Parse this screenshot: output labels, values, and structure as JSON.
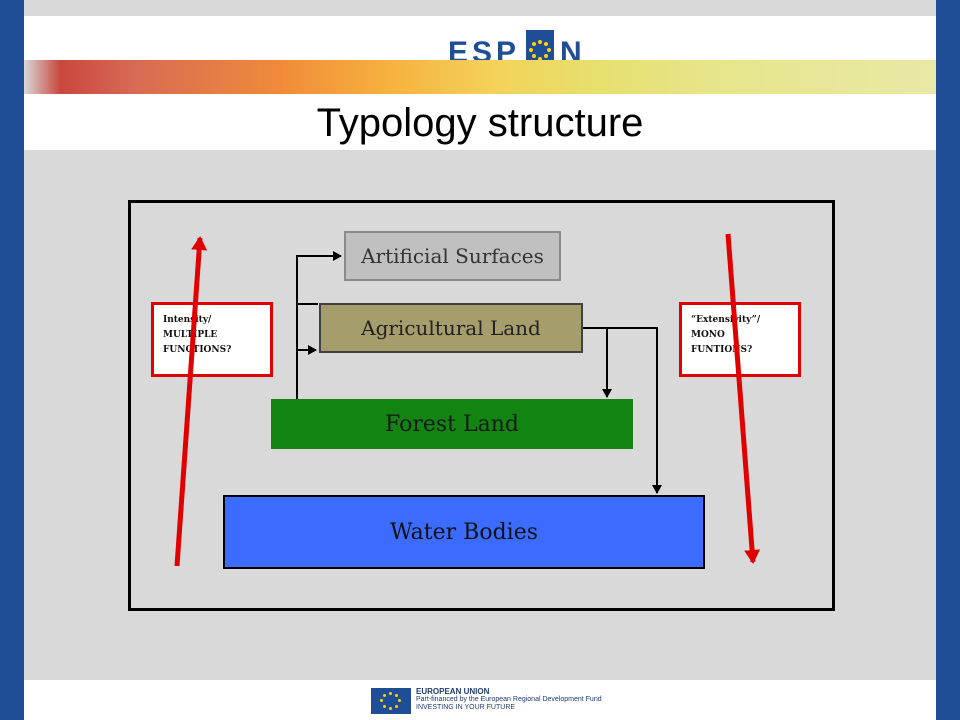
{
  "header": {
    "logo_text_left": "ESP",
    "logo_text_right": "N"
  },
  "title": "Typology structure",
  "diagram": {
    "boxes": {
      "artificial": "Artificial Surfaces",
      "agricultural": "Agricultural Land",
      "forest": "Forest Land",
      "water": "Water Bodies"
    },
    "notes": {
      "left": [
        "Intensity/",
        "MULTIPLE",
        "FUNCTIONS?"
      ],
      "right": [
        "“Extensivity”/",
        "MONO",
        "FUNTIONS?"
      ]
    },
    "arrow_color": "#e00000"
  },
  "footer": {
    "line1": "EUROPEAN UNION",
    "line2": "Part-financed by the European Regional Development Fund",
    "line3": "INVESTING IN YOUR FUTURE"
  }
}
